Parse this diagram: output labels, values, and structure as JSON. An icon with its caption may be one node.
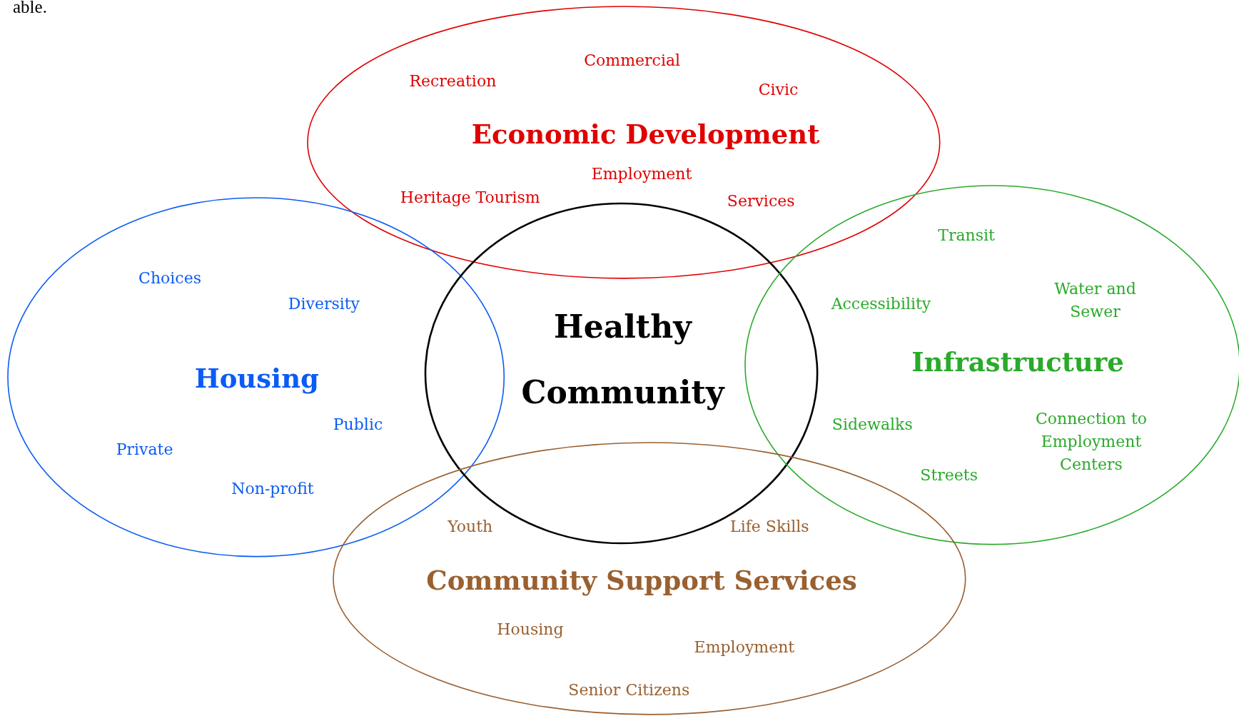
{
  "diagram": {
    "nodes": [
      {
        "text": [
          "Economic Development",
          "Recreation",
          "Commercial",
          "Civic",
          "Employment",
          "Heritage Tourism",
          "Services"
        ]
      },
      {
        "text": [
          "Housing",
          "Choices",
          "Diversity",
          "Public",
          "Private",
          "Non-profit"
        ]
      },
      {
        "text": [
          "Healthy Community"
        ]
      },
      {
        "text": [
          "Infrastructure",
          "Transit",
          "Accessibility",
          "Water and Sewer",
          "Sidewalks",
          "Connection to Employment Centers",
          "Streets"
        ]
      },
      {
        "text": [
          "Community Support Services",
          "Youth",
          "Life Skills",
          "Housing",
          "Employment",
          "Senior Citizens"
        ]
      }
    ],
    "edges": [],
    "labels": [
      "able."
    ]
  }
}
